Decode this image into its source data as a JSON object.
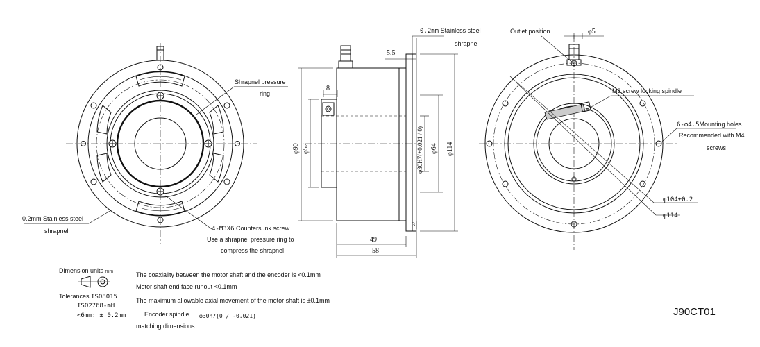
{
  "left_view": {
    "shrapnel_ring_label": "Shrapnel pressure",
    "shrapnel_ring_label2": "ring",
    "steel_label": "0.2mm Stainless steel",
    "steel_label2": "shrapnel",
    "screw_label": "4-M3X6",
    "screw_label_b": "Countersunk screw",
    "screw_label2": "Use a shrapnel pressure ring to",
    "screw_label3": "compress the shrapnel"
  },
  "side_view": {
    "top_label": "0.2mm",
    "top_label_b": "Stainless steel",
    "top_label2": "shrapnel",
    "dim_55": "5.5",
    "dim_8": "8",
    "dim_phi90": "φ90",
    "dim_phi52": "φ52",
    "dim_phi30": "φ30H7(+0.021 / 0)",
    "dim_phi64": "φ64",
    "dim_phi114": "φ114",
    "dim_49": "49",
    "dim_58": "58",
    "dim_3": "3"
  },
  "right_view": {
    "outlet_label": "Outlet position",
    "phi5": "φ5",
    "m3_label": "M3 screw locking spindle",
    "holes_label": "6-φ4.5",
    "holes_label_b": "Mounting holes",
    "holes_label2": "Recommended with M4",
    "holes_label3": "screws",
    "dim_104": "φ104±0.2",
    "dim_114": "φ114"
  },
  "notes": {
    "units": "Dimension units",
    "units_mark": "mm",
    "tolerances": "Tolerances",
    "tol_std1": "ISO8015",
    "tol_std2": "ISO2768-mH",
    "tol_range": "<6mm: ± 0.2mm",
    "coaxiality": "The coaxiality between the motor shaft and the encoder is <0.1mm",
    "runout": "Motor shaft end face runout <0.1mm",
    "axial": "The maximum allowable axial movement of the motor shaft is ±0.1mm",
    "spindle": "Encoder spindle",
    "spindle_fit": "φ30h7(0 / -0.021)",
    "spindle2": "matching  dimensions"
  },
  "model": "J90CT01"
}
